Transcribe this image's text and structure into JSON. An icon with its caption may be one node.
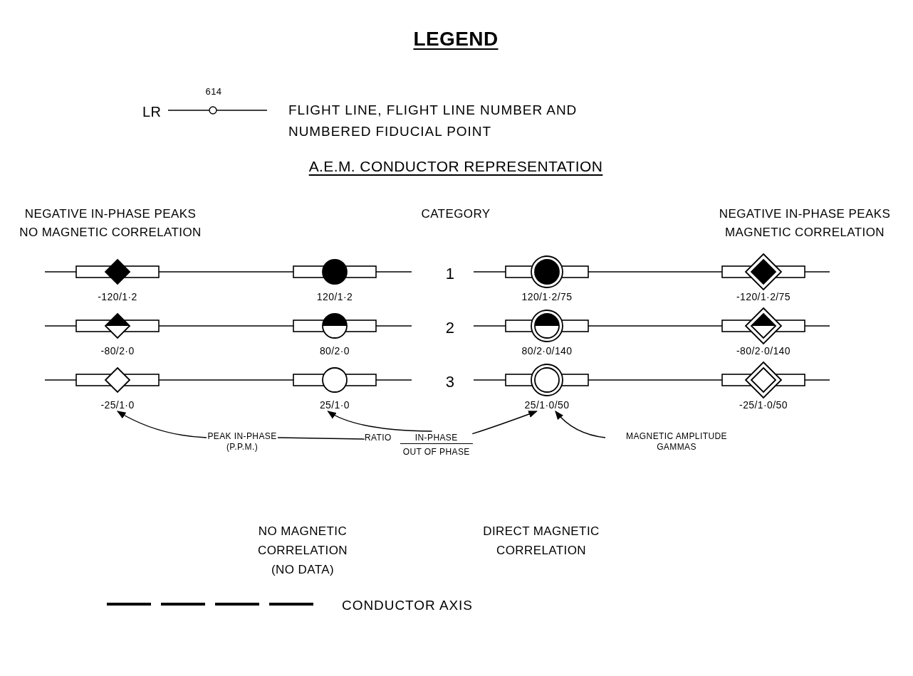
{
  "diagram": {
    "title": "LEGEND",
    "nodes": [
      {
        "text": [
          "-120/1·2"
        ]
      },
      {
        "text": [
          "120/1·2"
        ]
      },
      {
        "text": [
          "120/1·2/75"
        ]
      },
      {
        "text": [
          "-120/1·2/75"
        ]
      },
      {
        "text": [
          "-80/2·0"
        ]
      },
      {
        "text": [
          "80/2·0"
        ]
      },
      {
        "text": [
          "80/2·0/140"
        ]
      },
      {
        "text": [
          "-80/2·0/140"
        ]
      },
      {
        "text": [
          "-25/1·0"
        ]
      },
      {
        "text": [
          "25/1·0"
        ]
      },
      {
        "text": [
          "25/1·0/50"
        ]
      },
      {
        "text": [
          "-25/1·0/50"
        ]
      },
      {
        "text": [
          "PEAK IN-PHASE (P.P.M.)"
        ]
      },
      {
        "text": [
          "RATIO",
          "IN-PHASE",
          "OUT OF PHASE"
        ]
      },
      {
        "text": [
          "MAGNETIC AMPLITUDE GAMMAS"
        ]
      }
    ],
    "edges": [
      {
        "from": 12,
        "to": 8,
        "arrow": "to"
      },
      {
        "from": 12,
        "to": 13,
        "arrow": "none"
      },
      {
        "from": 13,
        "to": 9,
        "arrow": "to"
      },
      {
        "from": 13,
        "to": 10,
        "arrow": "to"
      },
      {
        "from": 14,
        "to": 10,
        "arrow": "to"
      }
    ],
    "labels": [
      "LR",
      "614",
      "A.E.M. CONDUCTOR REPRESENTATION",
      "NEGATIVE IN-PHASE PEAKS NO MAGNETIC CORRELATION",
      "CATEGORY",
      "NEGATIVE IN-PHASE PEAKS MAGNETIC CORRELATION",
      "1",
      "2",
      "3",
      "NO MAGNETIC CORRELATION (NO DATA)",
      "DIRECT MAGNETIC CORRELATION"
    ],
    "legend": [
      {
        "text": "FLIGHT LINE, FLIGHT LINE NUMBER AND NUMBERED FIDUCIAL POINT"
      },
      {
        "text": "CONDUCTOR AXIS"
      }
    ]
  }
}
